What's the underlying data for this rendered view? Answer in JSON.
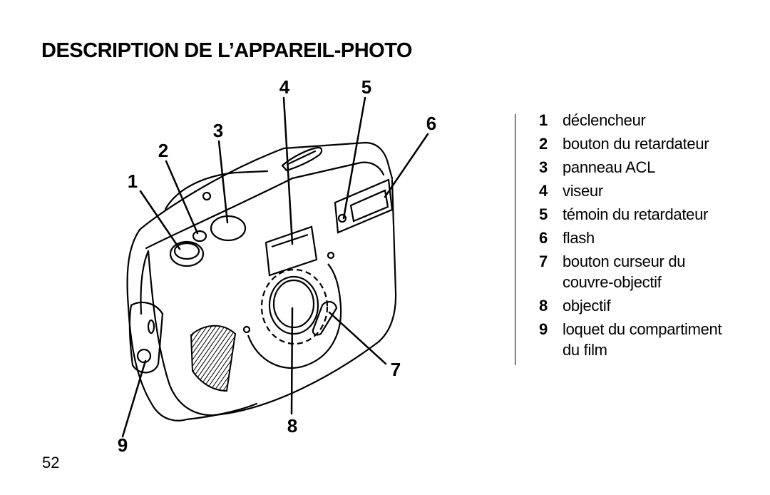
{
  "page": {
    "title": "DESCRIPTION DE L’APPAREIL-PHOTO",
    "page_number": "52"
  },
  "figure": {
    "callouts": [
      "1",
      "2",
      "3",
      "4",
      "5",
      "6",
      "7",
      "8",
      "9"
    ]
  },
  "legend": [
    {
      "num": "1",
      "text": "déclencheur"
    },
    {
      "num": "2",
      "text": "bouton du retardateur"
    },
    {
      "num": "3",
      "text": "panneau ACL"
    },
    {
      "num": "4",
      "text": "viseur"
    },
    {
      "num": "5",
      "text": "témoin du retardateur"
    },
    {
      "num": "6",
      "text": "flash"
    },
    {
      "num": "7",
      "text": "bouton curseur du couvre-objectif"
    },
    {
      "num": "8",
      "text": "objectif"
    },
    {
      "num": "9",
      "text": "loquet du compartiment du film"
    }
  ]
}
